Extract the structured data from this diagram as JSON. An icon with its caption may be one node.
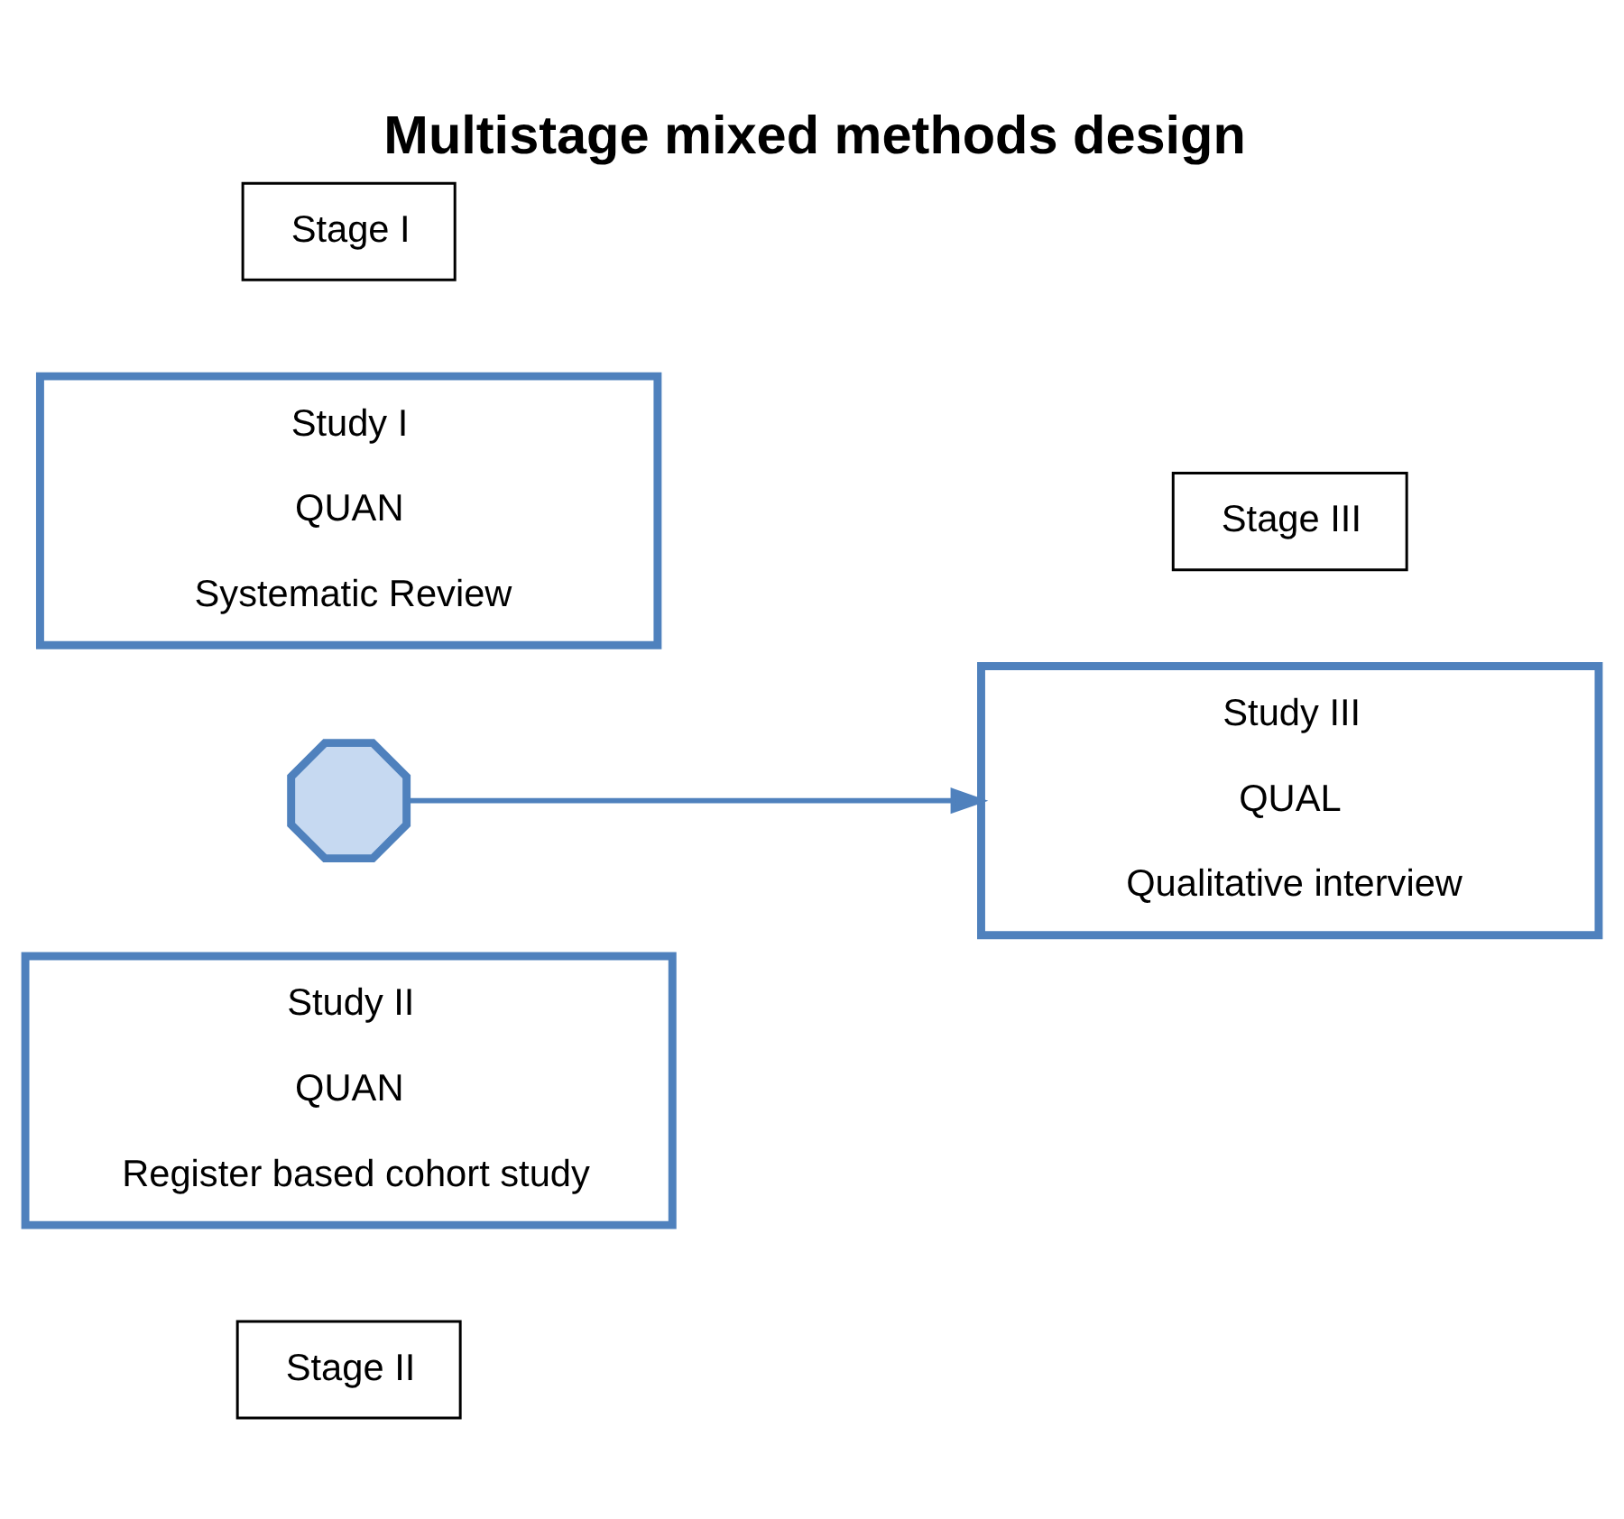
{
  "diagram": {
    "title": "Multistage mixed methods design",
    "nodes": [
      {
        "text": [
          "Stage I"
        ]
      },
      {
        "text": [
          "Study I",
          "QUAN",
          "Systematic Review"
        ]
      },
      {
        "text": [
          "Stage III"
        ]
      },
      {
        "text": [
          "Study III",
          "QUAL",
          "Qualitative interview"
        ]
      },
      {
        "text": [],
        "shape": "cross"
      },
      {
        "text": [
          "Study II",
          "QUAN",
          "Register based cohort study"
        ]
      },
      {
        "text": [
          "Stage II"
        ]
      }
    ],
    "edges": [
      {
        "from": 4,
        "to": 3,
        "arrow": "to"
      }
    ]
  }
}
